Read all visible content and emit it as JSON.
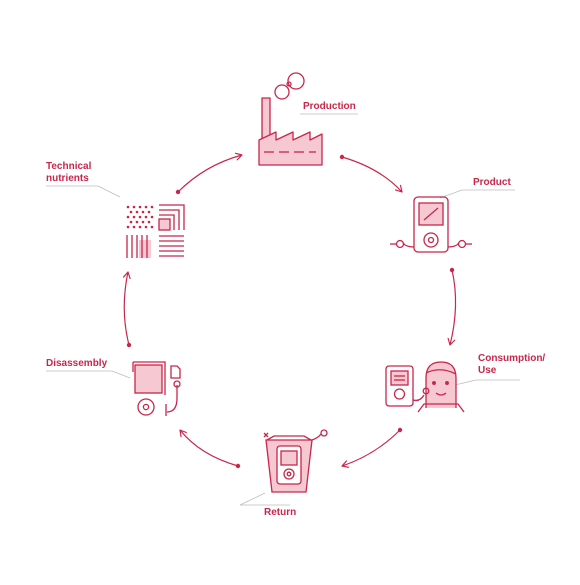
{
  "accent_color": "#c8264b",
  "fill_color": "#f6c9d2",
  "leader_color": "#bdbdbd",
  "stages": [
    {
      "id": "production",
      "label": "Production",
      "icon": "factory-icon"
    },
    {
      "id": "product",
      "label": "Product",
      "icon": "media-player-icon"
    },
    {
      "id": "consumption",
      "label": "Consumption/\nUse",
      "icon": "person-with-player-icon"
    },
    {
      "id": "return",
      "label": "Return",
      "icon": "return-bag-icon"
    },
    {
      "id": "disassembly",
      "label": "Disassembly",
      "icon": "disassembled-player-icon"
    },
    {
      "id": "technical",
      "label": "Technical\nnutrients",
      "icon": "material-patterns-icon"
    }
  ]
}
